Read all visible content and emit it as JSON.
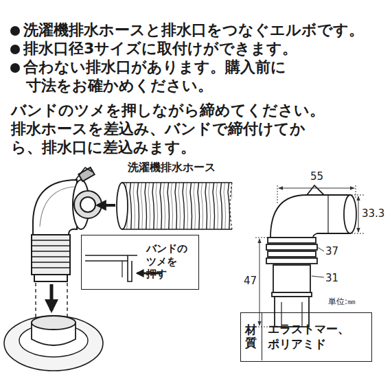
{
  "diagram": {
    "nodes": [
      {
        "text": [
          "バンドの ツメを 押す"
        ]
      },
      {
        "text": [
          "材質",
          "エラストマー、ポリアミド"
        ]
      }
    ],
    "labels": [
      "洗濯機排水ホースと排水口をつなぐエルボです。",
      "排水口径3サイズに取付けができます。",
      "合わない排水口があります。購入前に",
      "寸法をお確かめください。",
      "バンドのツメを押しながら締めてください。",
      "排水ホースを差込み、バンドで締付けてか",
      "ら、排水口に差込みます。",
      "洗濯機排水ホース",
      "55",
      "33.3",
      "37",
      "47",
      "31",
      "単位:㎜"
    ]
  }
}
